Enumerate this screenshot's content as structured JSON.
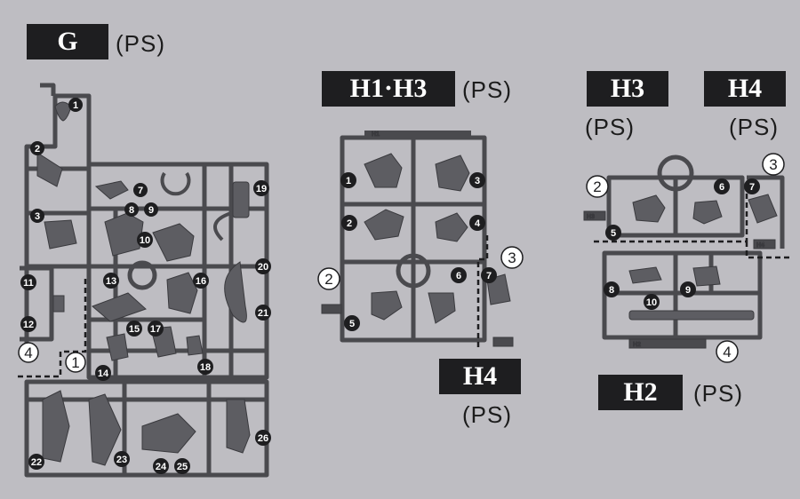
{
  "colors": {
    "background": "#bebdc2",
    "frame": "#4a4a4e",
    "part": "#5d5d62",
    "badge": "#1e1e20",
    "label_bg": "#1e1e20"
  },
  "labels": {
    "g_tag": "G",
    "g_ps": "(PS)",
    "h1h3_tag": "H1·H3",
    "h1h3_ps": "(PS)",
    "h3_tag": "H3",
    "h3_ps": "(PS)",
    "h4_tag_top": "H4",
    "h4_ps_top": "(PS)",
    "h4_tag_mid": "H4",
    "h4_ps_mid": "(PS)",
    "h2_tag": "H2",
    "h2_ps": "(PS)"
  },
  "runner_tags": {
    "h1": "H1",
    "h3": "H3",
    "h4a": "H4",
    "h4b": "H4",
    "h2": "H2"
  },
  "g_parts": [
    "1",
    "2",
    "3",
    "7",
    "8",
    "9",
    "10",
    "11",
    "12",
    "13",
    "14",
    "15",
    "17",
    "16",
    "18",
    "19",
    "20",
    "21",
    "22",
    "23",
    "24",
    "25",
    "26"
  ],
  "g_outline_parts": [
    "4",
    "1"
  ],
  "h1h3_parts": [
    "1",
    "2",
    "3",
    "4",
    "5",
    "6",
    "7"
  ],
  "h1h3_outline_parts": [
    "2",
    "3"
  ],
  "h3h4_parts": [
    "5",
    "6",
    "7",
    "8",
    "9",
    "10"
  ],
  "h3h4_outline_parts": [
    "2",
    "3",
    "4"
  ]
}
